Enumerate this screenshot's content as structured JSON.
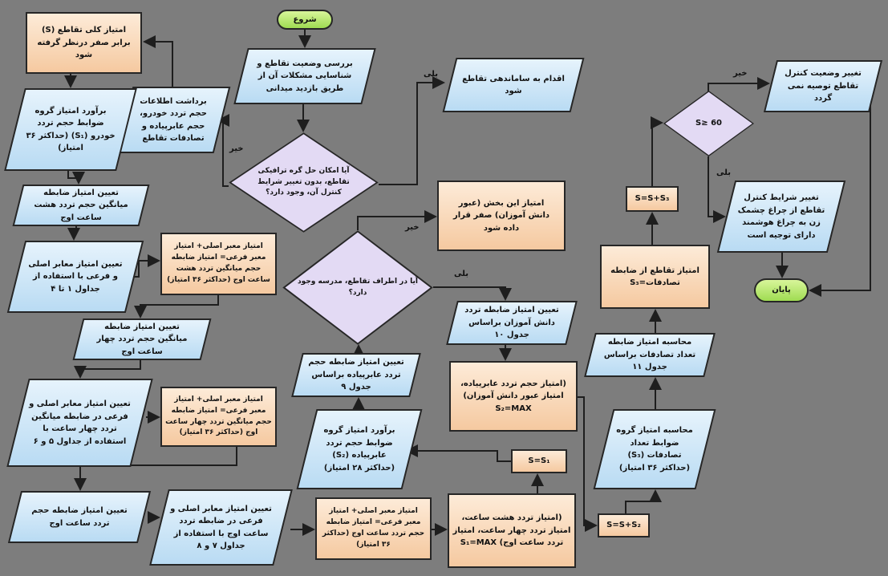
{
  "colors": {
    "background": "#7d7d7d",
    "process": "#cfe7f8",
    "calc": "#f8d8b8",
    "decision": "#e2d9f3",
    "terminal": "#b6e86e"
  },
  "nodes": {
    "start": "شروع",
    "inspect": "بررسی وضعیت تقاطع و شناسایی مشکلات آن از طریق بازدید میدانی",
    "q_solve": "آیا امکان حل گره ترافیکی تقاطع، بدون تغییر شرایط کنترل آن، وجود دارد؟",
    "organize": "اقدام به ساماندهی تقاطع شود",
    "s_zero": "امتیاز کلی تقاطع (S) برابر صفر درنظر گرفته شود",
    "collect": "برداشت اطلاعات حجم تردد خودرو، حجم عابرپیاده و تصادفات تقاطع",
    "est_s1": "برآورد امتیاز گروه ضوابط حجم تردد خودرو (S₁) (حداکثر ۳۶ امتیاز)",
    "avg8": "تعیین امتیاز ضابطه میانگین حجم تردد هشت ساعت اوج",
    "streets8": "تعیین امتیاز معابر اصلی و فرعی با استفاده از جداول ۱ تا ۴",
    "sum8": "امتیاز معبر اصلی+ امتیاز معبر فرعی= امتیاز ضابطه حجم میانگین تردد هشت ساعت اوج (حداکثر ۳۶ امتیاز)",
    "avg4": "تعیین امتیاز ضابطه میانگین حجم تردد چهار ساعت اوج",
    "streets4": "تعیین امتیاز معابر اصلی و فرعی در ضابطه میانگین تردد چهار ساعت با استفاده از جداول ۵ و ۶",
    "sum4": "امتیاز معبر اصلی+ امتیاز معبر فرعی= امتیاز ضابطه حجم میانگین تردد چهار ساعت اوج (حداکثر ۳۶ امتیاز)",
    "peak": "تعیین امتیاز ضابطه حجم تردد ساعت اوج",
    "streets_peak": "تعیین امتیاز معابر اصلی و فرعی در ضابطه تردد ساعت اوج با استفاده از جداول ۷ و ۸",
    "sum_peak": "امتیاز معبر اصلی+ امتیاز معبر فرعی= امتیاز ضابطه حجم تردد ساعت اوج (حداکثر ۳۶ امتیاز)",
    "s1_max": "(امتیاز تردد هشت ساعت، امتیاز تردد چهار ساعت، امتیاز تردد ساعت اوج) S₁=MAX",
    "s_eq_s1": "S=S₁",
    "est_s2": "برآورد امتیاز گروه ضوابط حجم تردد عابرپیاده (S₂) (حداکثر ۲۸ امتیاز)",
    "ped": "تعیین امتیاز ضابطه حجم تردد عابرپیاده براساس جدول ۹",
    "q_school": "آیا در اطراف تقاطع، مدرسه وجود دارد؟",
    "school_zero": "امتیاز این بخش (عبور دانش آموزان) صفر قرار داده شود",
    "students": "تعیین امتیاز ضابطه تردد دانش آموزان براساس جدول ۱۰",
    "s2_max": "(امتیاز حجم تردد عابرپیاده، امتیاز عبور دانش آموزان) S₂=MAX",
    "s_plus_s2": "S=S+S₂",
    "calc_s3": "محاسبه امتیاز گروه ضوابط تعداد تصادفات (S₃) (حداکثر ۳۶ امتیاز)",
    "accidents": "محاسبه امتیاز ضابطه تعداد تصادفات براساس جدول ۱۱",
    "s3_def": "امتیاز تقاطع از ضابطه تصادفات=S₃",
    "s_plus_s3": "S=S+S₃",
    "q_s60": "S≥ 60",
    "no_change": "تغییر وضعیت کنترل تقاطع توصیه نمی گردد",
    "change": "تغییر شرایط کنترل تقاطع از چراغ چشمک زن به چراغ هوشمند دارای توجیه است",
    "end": "پایان"
  },
  "labels": {
    "yes": "بلی",
    "no": "خیر"
  }
}
